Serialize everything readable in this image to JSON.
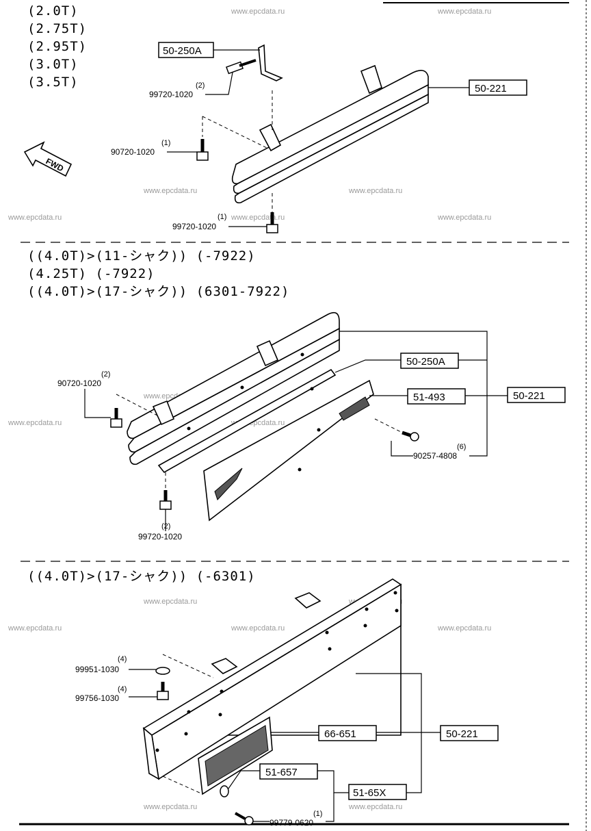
{
  "watermark": "www.epcdata.ru",
  "sections": [
    {
      "header_lines": [
        "(2.0T)",
        "(2.75T)",
        "(2.95T)",
        "(3.0T)",
        "(3.5T)"
      ],
      "direction_label": "FWD",
      "callouts": [
        {
          "part": "50-250A",
          "boxed": true
        },
        {
          "part": "50-221",
          "boxed": true
        },
        {
          "part": "99720-1020",
          "qty": "(2)"
        },
        {
          "part": "90720-1020",
          "qty": "(1)"
        },
        {
          "part": "99720-1020",
          "qty": "(1)"
        }
      ]
    },
    {
      "header_lines": [
        "((4.0T)>(11-シャク)) (-7922)",
        "(4.25T) (-7922)",
        "((4.0T)>(17-シャク)) (6301-7922)"
      ],
      "callouts": [
        {
          "part": "50-250A",
          "boxed": true
        },
        {
          "part": "51-493",
          "boxed": true
        },
        {
          "part": "50-221",
          "boxed": true
        },
        {
          "part": "90720-1020",
          "qty": "(2)"
        },
        {
          "part": "90257-4808",
          "qty": "(6)"
        },
        {
          "part": "99720-1020",
          "qty": "(2)"
        }
      ]
    },
    {
      "header_lines": [
        "((4.0T)>(17-シャク)) (-6301)"
      ],
      "callouts": [
        {
          "part": "99951-1030",
          "qty": "(4)"
        },
        {
          "part": "99756-1030",
          "qty": "(4)"
        },
        {
          "part": "66-651",
          "boxed": true
        },
        {
          "part": "50-221",
          "boxed": true
        },
        {
          "part": "51-657",
          "boxed": true
        },
        {
          "part": "51-65X",
          "boxed": true
        },
        {
          "part": "99779-0620",
          "qty": "(1)"
        }
      ]
    }
  ]
}
